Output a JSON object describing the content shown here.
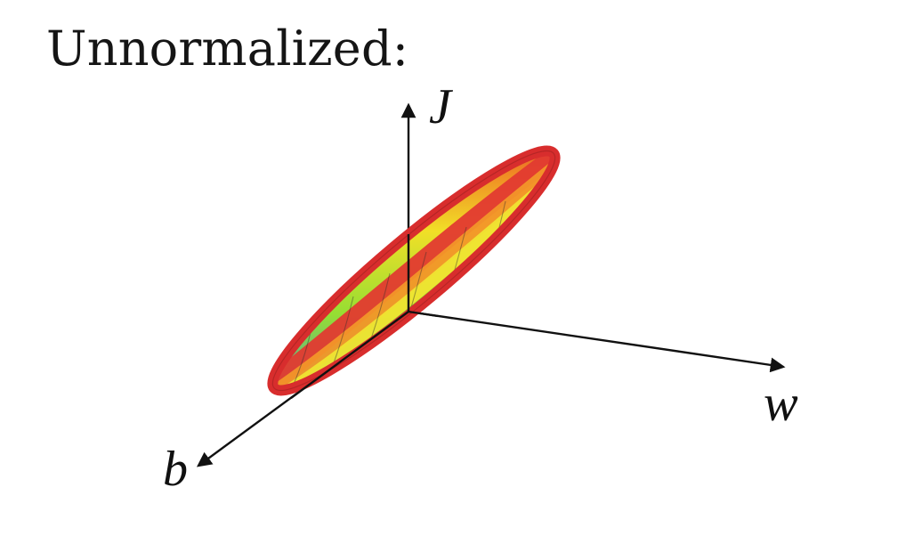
{
  "title": "Unnormalized:",
  "axes": {
    "vertical": "J",
    "right": "w",
    "front": "b"
  },
  "surface": {
    "band_colors": [
      "#d92f2f",
      "#f08a24",
      "#f1df27",
      "#95de33",
      "#2a83e8"
    ]
  }
}
